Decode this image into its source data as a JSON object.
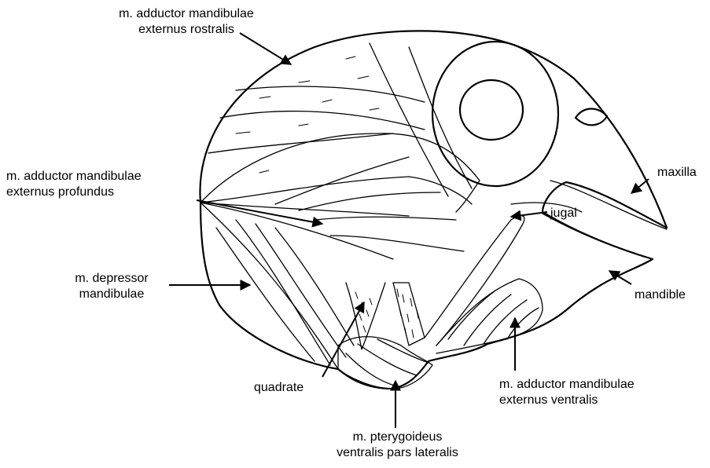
{
  "labels": {
    "adductor_rostralis": {
      "line1": "m. adductor mandibulae",
      "line2": "externus rostralis"
    },
    "adductor_profundus": {
      "line1": "m. adductor mandibulae",
      "line2": "externus profundus"
    },
    "depressor": {
      "line1": "m. depressor",
      "line2": "mandibulae"
    },
    "quadrate": "quadrate",
    "pterygoideus": {
      "line1": "m. pterygoideus",
      "line2": "ventralis pars lateralis"
    },
    "adductor_ventralis": {
      "line1": "m. adductor mandibulae",
      "line2": "externus ventralis"
    },
    "mandible": "mandible",
    "jugal": "jugal",
    "maxilla": "maxilla"
  },
  "colors": {
    "ink": "#000000",
    "background": "#ffffff"
  }
}
